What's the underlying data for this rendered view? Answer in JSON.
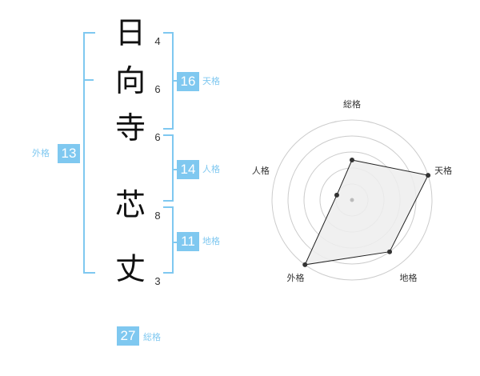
{
  "name_chars": [
    {
      "char": "日",
      "strokes": "4"
    },
    {
      "char": "向",
      "strokes": "6"
    },
    {
      "char": "寺",
      "strokes": "6"
    },
    {
      "char": "芯",
      "strokes": "8"
    },
    {
      "char": "丈",
      "strokes": "3"
    }
  ],
  "kakusu": {
    "ten": {
      "value": "16",
      "label": "天格"
    },
    "jin": {
      "value": "14",
      "label": "人格"
    },
    "chi": {
      "value": "11",
      "label": "地格"
    },
    "gai": {
      "value": "13",
      "label": "外格"
    },
    "sou": {
      "value": "27",
      "label": "総格"
    }
  },
  "chart_data": {
    "type": "radar",
    "axes": [
      "総格",
      "天格",
      "地格",
      "外格",
      "人格"
    ],
    "levels": 5,
    "values": [
      2.5,
      5,
      4,
      5,
      1
    ],
    "max": 5
  },
  "colors": {
    "accent": "#7fc8f0",
    "polygon_fill": "#ededed",
    "polygon_stroke": "#222222",
    "grid": "#cccccc"
  }
}
